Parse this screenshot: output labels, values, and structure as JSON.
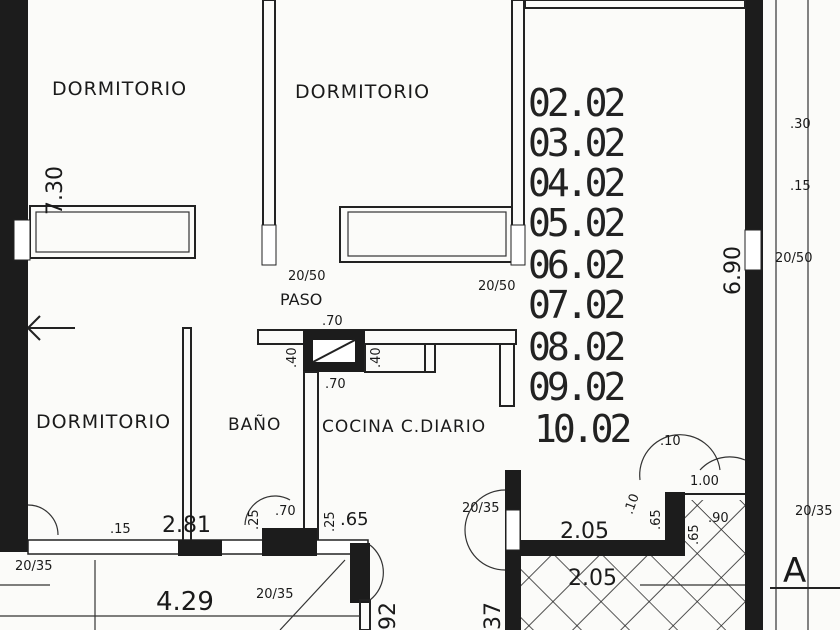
{
  "rooms": {
    "bedroom_1": "DORMITORIO",
    "bedroom_2": "DORMITORIO",
    "bedroom_3": "DORMITORIO",
    "hall": "PASO",
    "bathroom": "BAÑO",
    "kitchen": "COCINA C.DIARIO"
  },
  "dimensions": {
    "d730": "7.30",
    "d690": "6.90",
    "d30": ".30",
    "d15": ".15",
    "d70a": ".70",
    "d70b": ".70",
    "d40a": ".40",
    "d40b": ".40",
    "d281": "2.81",
    "d15b": ".15",
    "d429": "4.29",
    "d25a": ".25",
    "d70c": ".70",
    "d25b": ".25",
    "d65": ".65",
    "d92": "92",
    "d205a": "2.05",
    "d205b": "2.05",
    "d10": ".10",
    "d10b": ".10",
    "d65b": ".65",
    "d65c": ".65",
    "d90": ".90",
    "d100": "1.00",
    "d37": "37"
  },
  "window_labels": [
    "20/50",
    "20/50",
    "20/50",
    "20/35",
    "20/35",
    "20/35",
    "20/35"
  ],
  "dates": [
    "02.02",
    "03.02",
    "04.02",
    "05.02",
    "06.02",
    "07.02",
    "08.02",
    "09.02",
    "10.02"
  ],
  "section_marker": "A"
}
